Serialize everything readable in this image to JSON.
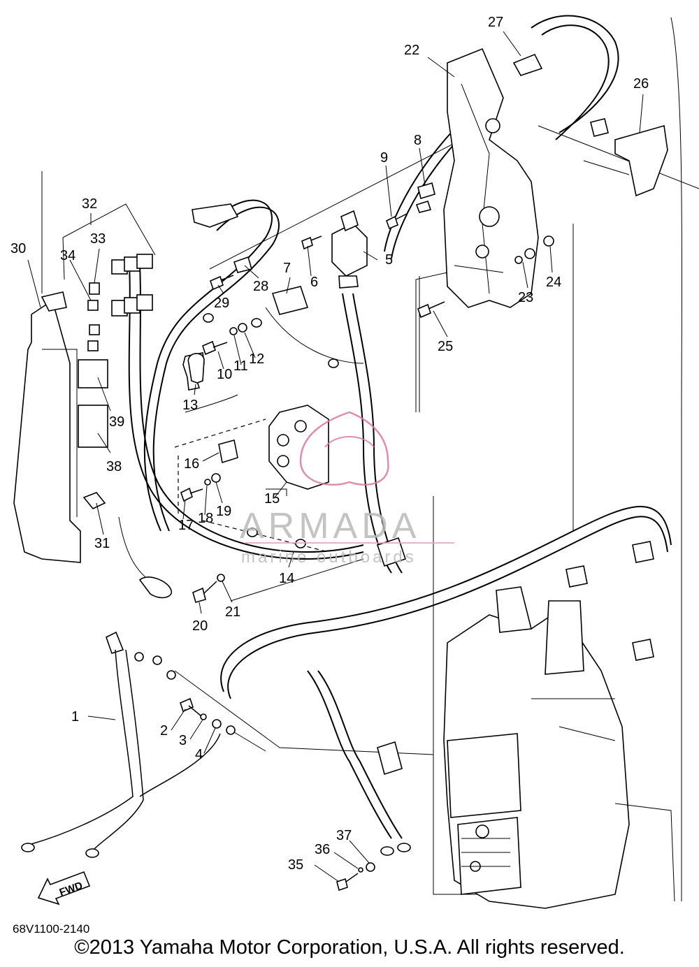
{
  "diagram": {
    "callouts": [
      {
        "id": "c1",
        "label": "1"
      },
      {
        "id": "c2",
        "label": "2"
      },
      {
        "id": "c3",
        "label": "3"
      },
      {
        "id": "c4",
        "label": "4"
      },
      {
        "id": "c5",
        "label": "5"
      },
      {
        "id": "c6",
        "label": "6"
      },
      {
        "id": "c7",
        "label": "7"
      },
      {
        "id": "c8",
        "label": "8"
      },
      {
        "id": "c9",
        "label": "9"
      },
      {
        "id": "c10",
        "label": "10"
      },
      {
        "id": "c11",
        "label": "11"
      },
      {
        "id": "c12",
        "label": "12"
      },
      {
        "id": "c13",
        "label": "13"
      },
      {
        "id": "c14",
        "label": "14"
      },
      {
        "id": "c15",
        "label": "15"
      },
      {
        "id": "c16",
        "label": "16"
      },
      {
        "id": "c17",
        "label": "17"
      },
      {
        "id": "c18",
        "label": "18"
      },
      {
        "id": "c19",
        "label": "19"
      },
      {
        "id": "c20",
        "label": "20"
      },
      {
        "id": "c21",
        "label": "21"
      },
      {
        "id": "c22",
        "label": "22"
      },
      {
        "id": "c23",
        "label": "23"
      },
      {
        "id": "c24",
        "label": "24"
      },
      {
        "id": "c25",
        "label": "25"
      },
      {
        "id": "c26",
        "label": "26"
      },
      {
        "id": "c27",
        "label": "27"
      },
      {
        "id": "c28",
        "label": "28"
      },
      {
        "id": "c29",
        "label": "29"
      },
      {
        "id": "c30",
        "label": "30"
      },
      {
        "id": "c31",
        "label": "31"
      },
      {
        "id": "c32",
        "label": "32"
      },
      {
        "id": "c33",
        "label": "33"
      },
      {
        "id": "c34",
        "label": "34"
      },
      {
        "id": "c35",
        "label": "35"
      },
      {
        "id": "c36",
        "label": "36"
      },
      {
        "id": "c37",
        "label": "37"
      },
      {
        "id": "c38",
        "label": "38"
      },
      {
        "id": "c39",
        "label": "39"
      }
    ],
    "fwd_arrow_label": "FWD",
    "watermark": {
      "brand": "ARMADA",
      "tagline": "marine outboards"
    }
  },
  "document_number": "68V1100-2140",
  "copyright": "©2013 Yamaha Motor Corporation, U.S.A. All rights reserved."
}
